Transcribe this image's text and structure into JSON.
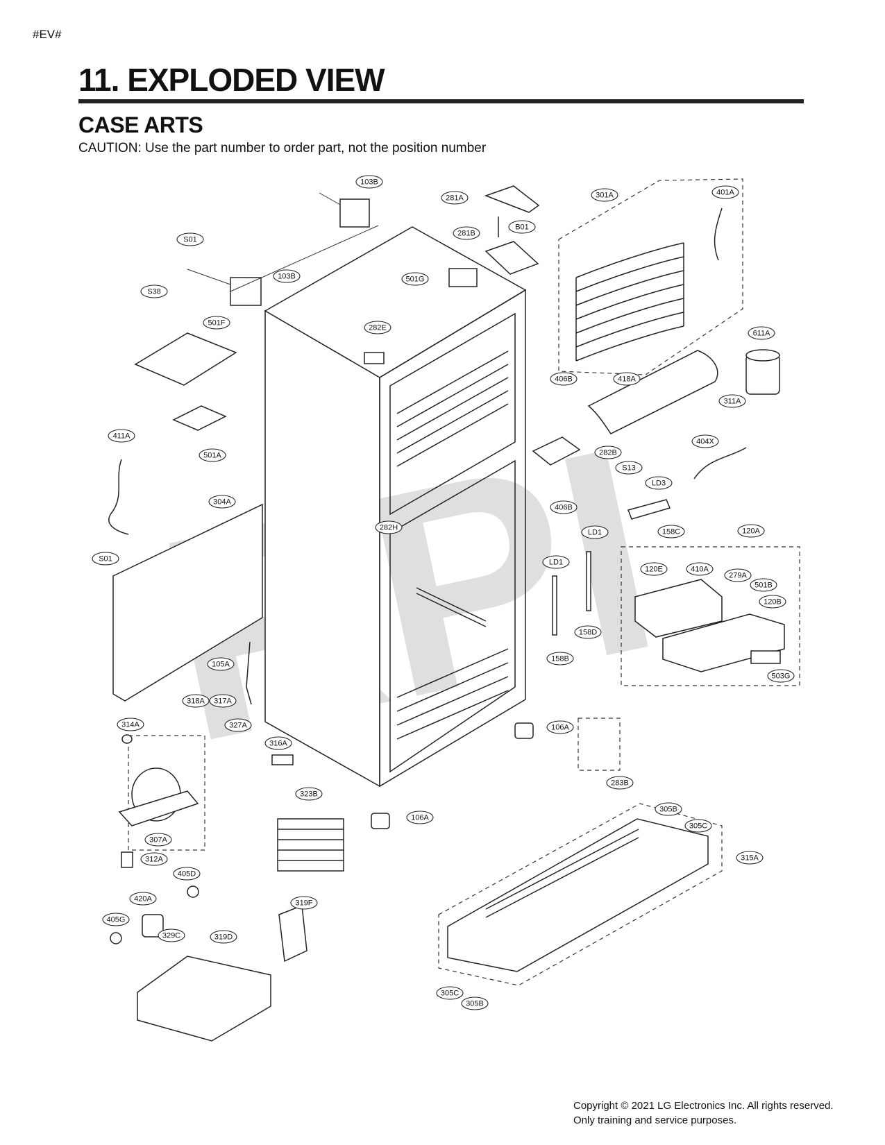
{
  "page_tag": "#EV#",
  "title": "11. EXPLODED VIEW",
  "subtitle": "CASE ARTS",
  "caution": "CAUTION: Use the part number to order part, not the position number",
  "watermark": "RPI",
  "footer": {
    "line1": "Copyright © 2021 LG Electronics Inc. All rights reserved.",
    "line2": "Only training and service purposes."
  },
  "callouts": [
    {
      "id": "c-103b-top",
      "label": "103B"
    },
    {
      "id": "c-281a",
      "label": "281A"
    },
    {
      "id": "c-301a",
      "label": "301A"
    },
    {
      "id": "c-401a",
      "label": "401A"
    },
    {
      "id": "c-b01",
      "label": "B01"
    },
    {
      "id": "c-281b",
      "label": "281B"
    },
    {
      "id": "c-s01-top",
      "label": "S01"
    },
    {
      "id": "c-103b",
      "label": "103B"
    },
    {
      "id": "c-501g",
      "label": "501G"
    },
    {
      "id": "c-s38",
      "label": "S38"
    },
    {
      "id": "c-501f",
      "label": "501F"
    },
    {
      "id": "c-282e",
      "label": "282E"
    },
    {
      "id": "c-611a",
      "label": "611A"
    },
    {
      "id": "c-406b-top",
      "label": "406B"
    },
    {
      "id": "c-418a",
      "label": "418A"
    },
    {
      "id": "c-311a",
      "label": "311A"
    },
    {
      "id": "c-501a",
      "label": "501A"
    },
    {
      "id": "c-411a",
      "label": "411A"
    },
    {
      "id": "c-404x",
      "label": "404X"
    },
    {
      "id": "c-282b",
      "label": "282B"
    },
    {
      "id": "c-s13",
      "label": "S13"
    },
    {
      "id": "c-ld3",
      "label": "LD3"
    },
    {
      "id": "c-304a",
      "label": "304A"
    },
    {
      "id": "c-406b",
      "label": "406B"
    },
    {
      "id": "c-282h",
      "label": "282H"
    },
    {
      "id": "c-158c",
      "label": "158C"
    },
    {
      "id": "c-ld1-right",
      "label": "LD1"
    },
    {
      "id": "c-120a",
      "label": "120A"
    },
    {
      "id": "c-s01",
      "label": "S01"
    },
    {
      "id": "c-ld1",
      "label": "LD1"
    },
    {
      "id": "c-120e",
      "label": "120E"
    },
    {
      "id": "c-410a",
      "label": "410A"
    },
    {
      "id": "c-279a",
      "label": "279A"
    },
    {
      "id": "c-501b",
      "label": "501B"
    },
    {
      "id": "c-120b",
      "label": "120B"
    },
    {
      "id": "c-158d",
      "label": "158D"
    },
    {
      "id": "c-158b",
      "label": "158B"
    },
    {
      "id": "c-105a",
      "label": "105A"
    },
    {
      "id": "c-503g",
      "label": "503G"
    },
    {
      "id": "c-318a",
      "label": "318A"
    },
    {
      "id": "c-317a",
      "label": "317A"
    },
    {
      "id": "c-314a",
      "label": "314A"
    },
    {
      "id": "c-327a",
      "label": "327A"
    },
    {
      "id": "c-106a-right",
      "label": "106A"
    },
    {
      "id": "c-316a",
      "label": "316A"
    },
    {
      "id": "c-283b",
      "label": "283B"
    },
    {
      "id": "c-323b",
      "label": "323B"
    },
    {
      "id": "c-106a",
      "label": "106A"
    },
    {
      "id": "c-305b-top",
      "label": "305B"
    },
    {
      "id": "c-305c-top",
      "label": "305C"
    },
    {
      "id": "c-307a",
      "label": "307A"
    },
    {
      "id": "c-315a",
      "label": "315A"
    },
    {
      "id": "c-312a",
      "label": "312A"
    },
    {
      "id": "c-405d",
      "label": "405D"
    },
    {
      "id": "c-420a",
      "label": "420A"
    },
    {
      "id": "c-319f",
      "label": "319F"
    },
    {
      "id": "c-405g",
      "label": "405G"
    },
    {
      "id": "c-329c",
      "label": "329C"
    },
    {
      "id": "c-319d",
      "label": "319D"
    },
    {
      "id": "c-305c",
      "label": "305C"
    },
    {
      "id": "c-305b",
      "label": "305B"
    }
  ]
}
